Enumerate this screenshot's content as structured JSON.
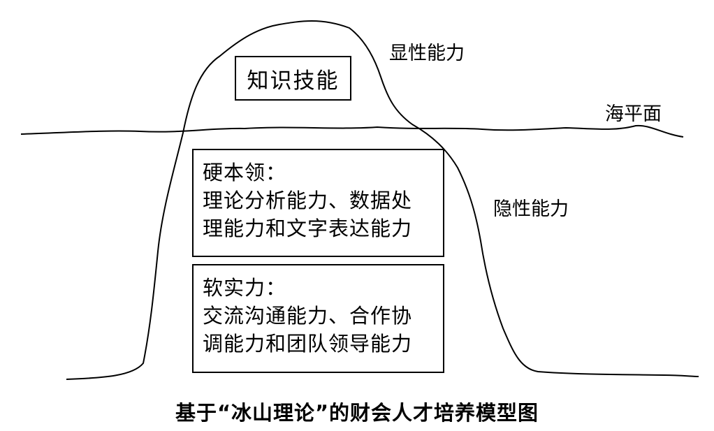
{
  "labels": {
    "visible_ability": "显性能力",
    "sea_level": "海平面",
    "hidden_ability": "隐性能力"
  },
  "boxes": {
    "knowledge": "知识技能",
    "hard_skills": {
      "title": "硬本领：",
      "lines": [
        "理论分析能力、数据处",
        "理能力和文字表达能力"
      ]
    },
    "soft_skills": {
      "title": "软实力：",
      "lines": [
        "交流沟通能力、合作协",
        "调能力和团队领导能力"
      ]
    }
  },
  "caption": "基于“冰山理论”的财会人才培养模型图",
  "colors": {
    "stroke": "#000000",
    "background": "#ffffff"
  }
}
